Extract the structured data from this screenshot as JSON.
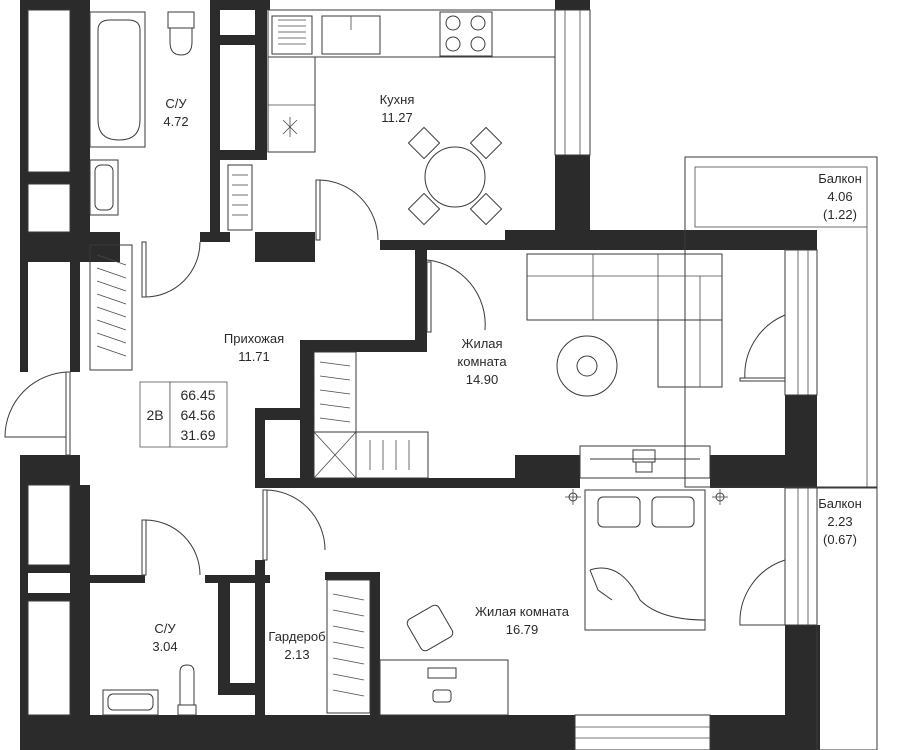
{
  "apartment": {
    "code": "2В",
    "areas": [
      "66.45",
      "64.56",
      "31.69"
    ]
  },
  "rooms": [
    {
      "id": "bath-top",
      "name": "С/У",
      "area": "4.72"
    },
    {
      "id": "kitchen",
      "name": "Кухня",
      "area": "11.27"
    },
    {
      "id": "balcony-top",
      "name": "Балкон",
      "area": "4.06",
      "reduced": "(1.22)"
    },
    {
      "id": "hallway",
      "name": "Прихожая",
      "area": "11.71"
    },
    {
      "id": "living-room",
      "name_line1": "Жилая",
      "name_line2": "комната",
      "area": "14.90"
    },
    {
      "id": "balcony-bottom",
      "name": "Балкон",
      "area": "2.23",
      "reduced": "(0.67)"
    },
    {
      "id": "bath-bottom",
      "name": "С/У",
      "area": "3.04"
    },
    {
      "id": "wardrobe",
      "name": "Гардероб",
      "area": "2.13"
    },
    {
      "id": "bedroom",
      "name": "Жилая комната",
      "area": "16.79"
    }
  ],
  "colors": {
    "wall": "#2b2b2b",
    "line": "#3a3a3a",
    "background": "#ffffff"
  }
}
